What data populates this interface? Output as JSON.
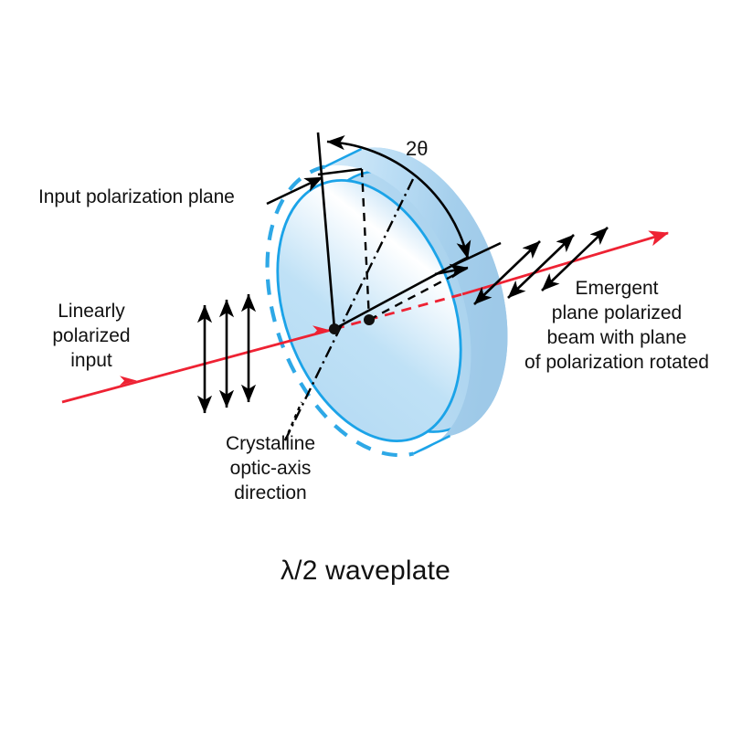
{
  "figure": {
    "title": "λ/2 waveplate",
    "subject": "half-wave-plate-polarization-rotation-diagram",
    "background_color": "#ffffff"
  },
  "labels": {
    "input_polarization_plane": "Input polarization plane",
    "linearly_polarized_input": "Linearly\npolarized\ninput",
    "emergent_beam": "Emergent\nplane polarized\nbeam with plane\nof polarization rotated",
    "crystalline_optic_axis": "Crystalline\noptic-axis\ndirection",
    "angle": "2θ"
  },
  "colors": {
    "beam_red": "#ee2233",
    "plate_fill_light": "#bfe0f5",
    "plate_fill_mid": "#a9d4ef",
    "plate_highlight": "#ffffff",
    "plate_outline_blue": "#1ba3e8",
    "plate_hidden_dash_blue": "#2ea8e6",
    "line_black": "#000000",
    "text_black": "#111111"
  },
  "elements": {
    "input_polarization_arrows_count": 3,
    "emergent_polarization_arrows_count": 3,
    "input_arrow_orientation": "vertical-double-headed",
    "emergent_arrow_orientation": "diagonal-double-headed",
    "angle_arc": "double-headed-arc-2theta",
    "optic_axis_style": "dash-dot",
    "hidden_edge_style": "dashed",
    "beam_through_plate_style": "dashed-red",
    "marker_dots": 2
  }
}
